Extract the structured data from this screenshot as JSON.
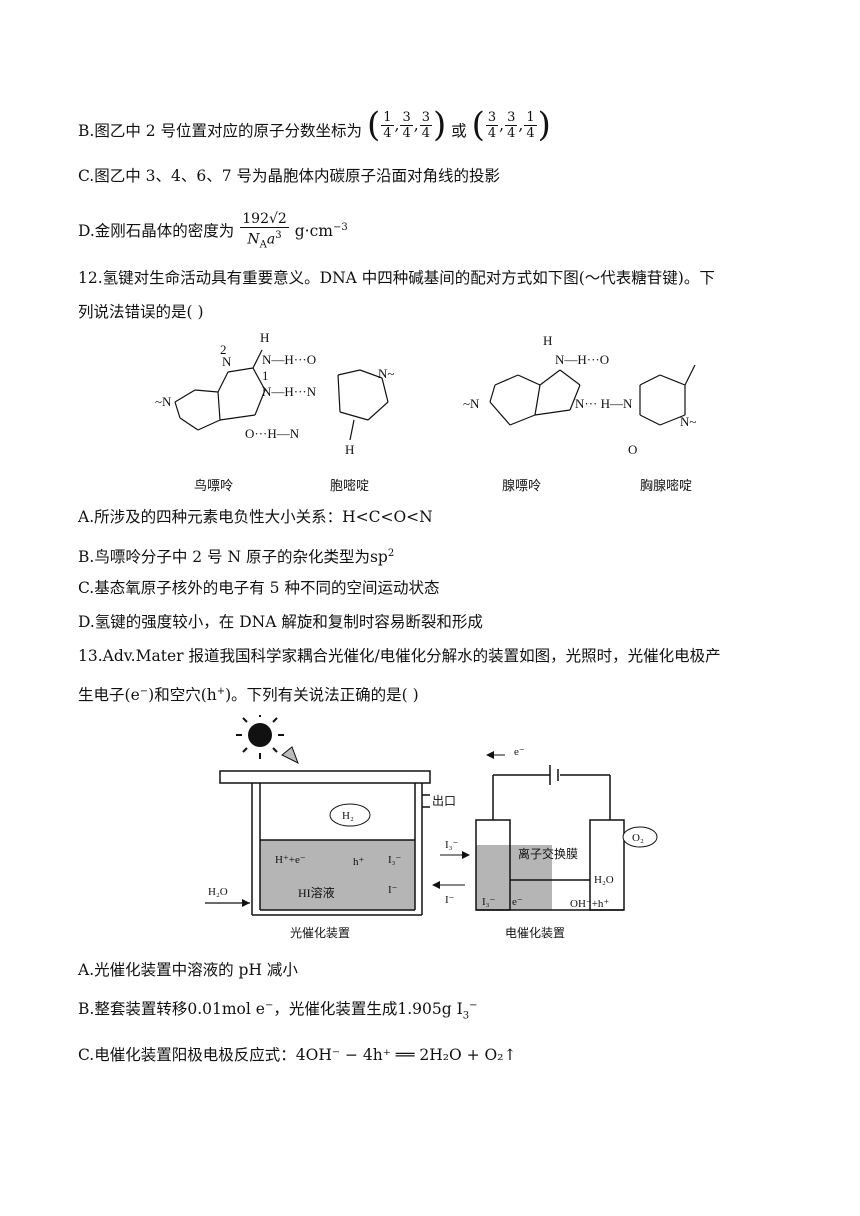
{
  "q11": {
    "optB_text": "B.图乙中 2 号位置对应的原子分数坐标为",
    "optB_t1": [
      "1",
      "4",
      "3",
      "4",
      "3",
      "4"
    ],
    "optB_or": "或",
    "optB_t2": [
      "3",
      "4",
      "3",
      "4",
      "1",
      "4"
    ],
    "comma": ",",
    "optC": "C.图乙中 3、4、6、7 号为晶胞体内碳原子沿面对角线的投影",
    "optD_text": "D.金刚石晶体的密度为",
    "optD_num": "192√2",
    "optD_den": "N",
    "optD_den_sub": "A",
    "optD_den_a": "a",
    "optD_den_sup": "3",
    "optD_unit": "g·cm",
    "optD_unit_sup": "−3"
  },
  "q12": {
    "stem1": "12.氢键对生命活动具有重要意义。DNA 中四种碱基间的配对方式如下图(～代表糖苷键)。下",
    "stem2": "列说法错误的是(   )",
    "labels": {
      "guanine": "鸟嘌呤",
      "cytosine": "胞嘧啶",
      "adenine": "腺嘌呤",
      "thymine": "胸腺嘧啶"
    },
    "optA": "A.所涉及的四种元素电负性大小关系：H<C<O<N",
    "optB_text": "B.鸟嘌呤分子中 2 号 N 原子的杂化类型为",
    "optB_sp": "sp",
    "optB_sup": "2",
    "optC": "C.基态氧原子核外的电子有 5 种不同的空间运动状态",
    "optD": "D.氢键的强度较小，在 DNA 解旋和复制时容易断裂和形成"
  },
  "q13": {
    "stem1": "13.Adv.Mater 报道我国科学家耦合光催化/电催化分解水的装置如图，光照时，光催化电极产",
    "stem2_a": "生电子(",
    "e_minus": "e",
    "stem2_b": ")和空穴(",
    "h_plus": "h",
    "stem2_c": ")。下列有关说法正确的是(   )",
    "diagram": {
      "outlet": "出口",
      "photo_label": "光催化装置",
      "electro_label": "电催化装置",
      "membrane": "离子交换膜",
      "hi_solution": "HI溶液",
      "water_in": "H₂O",
      "h2": "H₂",
      "o2": "O₂",
      "hplus_e": "H⁺+e⁻",
      "hplus": "h⁺",
      "i3": "I₃⁻",
      "iminus": "I⁻",
      "e_label": "e⁻",
      "h2o_right": "H₂O",
      "oh_h": "OH⁻+h⁺"
    },
    "optA": "A.光催化装置中溶液的 pH 减小",
    "optB_text": "B.整套装置转移",
    "optB_val": "0.01mol e",
    "optB_mid": "，光催化装置生成",
    "optB_mass": "1.905g I",
    "optC_text": "C.电催化装置阳极电极反应式：",
    "optC_eq": "4OH⁻ − 4h⁺ ══ 2H₂O + O₂↑"
  }
}
